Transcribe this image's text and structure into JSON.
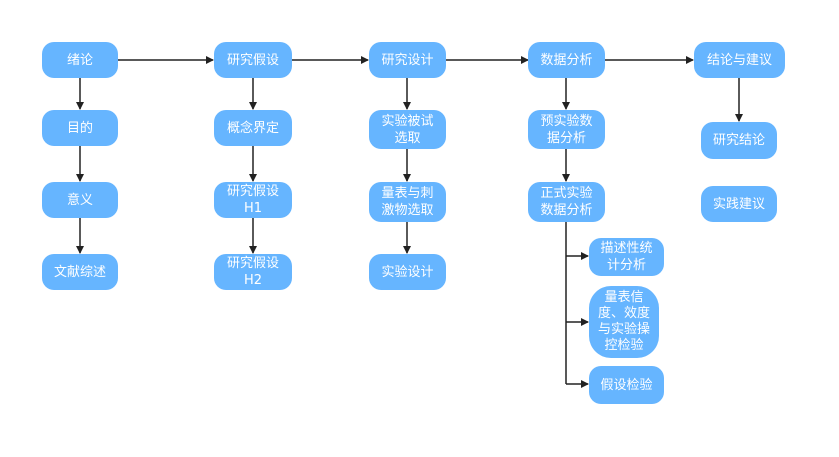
{
  "colors": {
    "node_fill": "#66b5ff",
    "node_text": "#ffffff",
    "connector": "#222222",
    "background": "#ffffff"
  },
  "nodes": {
    "intro": "绪论",
    "purpose": "目的",
    "significance": "意义",
    "literature_review": "文献综述",
    "hypothesis": "研究假设",
    "concept_definition": "概念界定",
    "hypothesis_h1": "研究假设\nH1",
    "hypothesis_h2": "研究假设\nH2",
    "design": "研究设计",
    "subject_selection": "实验被试\n选取",
    "scale_stimulus_selection": "量表与刺\n激物选取",
    "experiment_design": "实验设计",
    "analysis": "数据分析",
    "pretest_analysis": "预实验数\n据分析",
    "formal_analysis": "正式实验\n数据分析",
    "descriptive_stats": "描述性统\n计分析",
    "reliability_validity": "量表信\n度、效度\n与实验操\n控检验",
    "hypothesis_test": "假设检验",
    "conclusion": "结论与建议",
    "research_conclusion": "研究结论",
    "practice_suggestion": "实践建议"
  }
}
